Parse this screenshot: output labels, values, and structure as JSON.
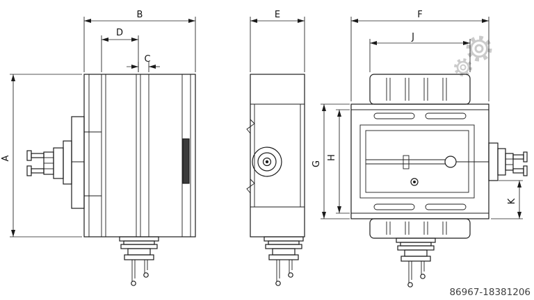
{
  "page": {
    "background": "#ffffff"
  },
  "drawing": {
    "line_color": "#1b1b1b",
    "dim_labels": {
      "A": "A",
      "B": "B",
      "C": "C",
      "D": "D",
      "E": "E",
      "F": "F",
      "G": "G",
      "H": "H",
      "J": "J",
      "K": "K"
    }
  },
  "watermark": {
    "gear_icon_color": "#c9c9c9",
    "id_text": "86967-18381206",
    "id_color": "#3f3f3f"
  }
}
